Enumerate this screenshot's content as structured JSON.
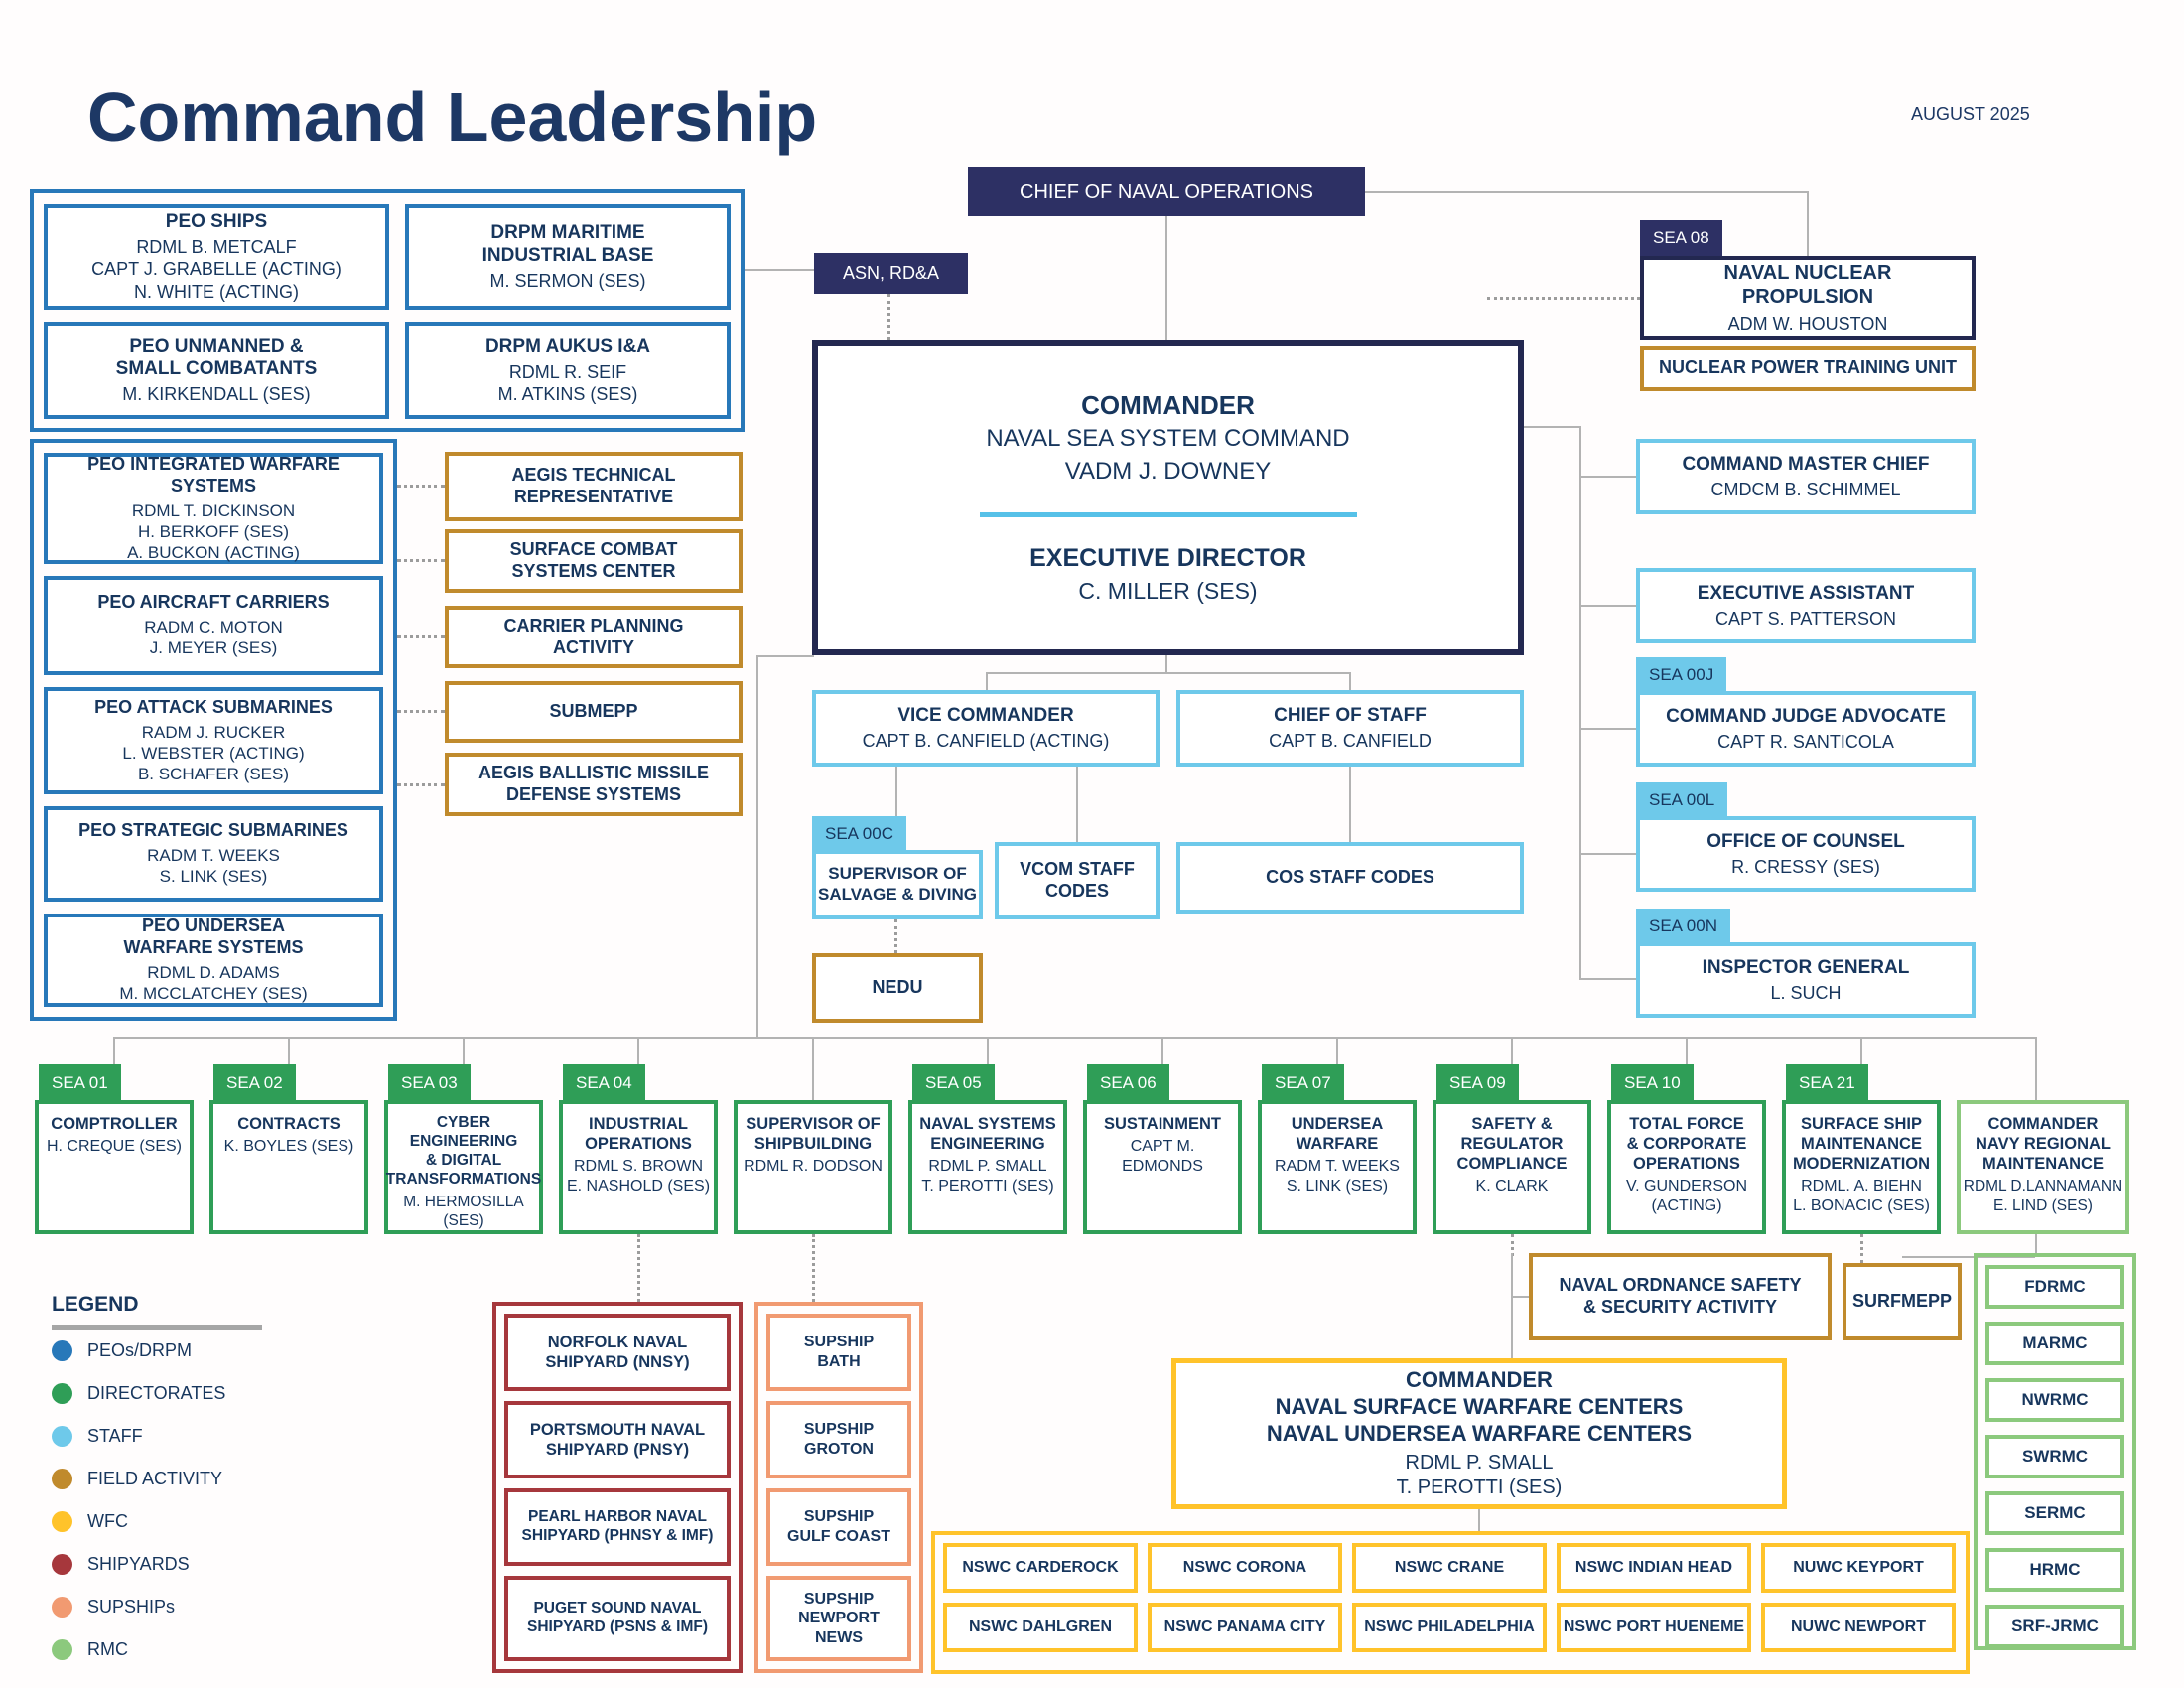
{
  "header": {
    "title": "Command Leadership",
    "date": "AUGUST 2025"
  },
  "cno": {
    "label": "CHIEF OF NAVAL OPERATIONS"
  },
  "asn": {
    "label": "ASN, RD&A"
  },
  "commander": {
    "title": "COMMANDER",
    "subtitle": "NAVAL SEA SYSTEM COMMAND",
    "name": "VADM J. DOWNEY",
    "exec_title": "EXECUTIVE DIRECTOR",
    "exec_name": "C. MILLER (SES)"
  },
  "sea08": {
    "tab": "SEA 08",
    "title": "NAVAL NUCLEAR\nPROPULSION",
    "name": "ADM W. HOUSTON",
    "nptu": "NUCLEAR POWER TRAINING UNIT"
  },
  "peo_main": [
    {
      "title": "PEO SHIPS",
      "names": "RDML B. METCALF\nCAPT J. GRABELLE (ACTING)\nN. WHITE (ACTING)"
    },
    {
      "title": "DRPM MARITIME\nINDUSTRIAL BASE",
      "names": "M. SERMON (SES)"
    },
    {
      "title": "PEO UNMANNED &\nSMALL COMBATANTS",
      "names": "M. KIRKENDALL (SES)"
    },
    {
      "title": "DRPM AUKUS I&A",
      "names": "RDML R. SEIF\nM. ATKINS (SES)"
    }
  ],
  "peo_side": [
    {
      "title": "PEO INTEGRATED WARFARE SYSTEMS",
      "names": "RDML T. DICKINSON\nH. BERKOFF (SES)\nA. BUCKON (ACTING)"
    },
    {
      "title": "PEO AIRCRAFT CARRIERS",
      "names": "RADM C. MOTON\nJ. MEYER (SES)"
    },
    {
      "title": "PEO ATTACK SUBMARINES",
      "names": "RADM J. RUCKER\nL. WEBSTER (ACTING)\nB. SCHAFER (SES)"
    },
    {
      "title": "PEO STRATEGIC SUBMARINES",
      "names": "RADM T. WEEKS\nS. LINK (SES)"
    },
    {
      "title": "PEO UNDERSEA\nWARFARE SYSTEMS",
      "names": "RDML D. ADAMS\nM. MCCLATCHEY (SES)"
    }
  ],
  "field_activities": [
    "AEGIS TECHNICAL\nREPRESENTATIVE",
    "SURFACE COMBAT\nSYSTEMS CENTER",
    "CARRIER PLANNING\nACTIVITY",
    "SUBMEPP",
    "AEGIS BALLISTIC MISSILE\nDEFENSE SYSTEMS"
  ],
  "staff_right": [
    {
      "tab": "",
      "title": "COMMAND MASTER CHIEF",
      "name": "CMDCM B. SCHIMMEL"
    },
    {
      "tab": "",
      "title": "EXECUTIVE ASSISTANT",
      "name": "CAPT S. PATTERSON"
    },
    {
      "tab": "SEA 00J",
      "title": "COMMAND JUDGE ADVOCATE",
      "name": "CAPT R. SANTICOLA"
    },
    {
      "tab": "SEA 00L",
      "title": "OFFICE OF COUNSEL",
      "name": "R. CRESSY (SES)"
    },
    {
      "tab": "SEA 00N",
      "title": "INSPECTOR GENERAL",
      "name": "L. SUCH"
    }
  ],
  "vice_commander": {
    "title": "VICE COMMANDER",
    "name": "CAPT B. CANFIELD (ACTING)"
  },
  "chief_of_staff": {
    "title": "CHIEF OF STAFF",
    "name": "CAPT B. CANFIELD"
  },
  "supsalv": {
    "tab": "SEA 00C",
    "title": "SUPERVISOR OF\nSALVAGE & DIVING"
  },
  "vcom_codes": "VCOM STAFF\nCODES",
  "cos_codes": "COS STAFF CODES",
  "nedu": "NEDU",
  "directorates": [
    {
      "tab": "SEA 01",
      "title": "COMPTROLLER",
      "names": "H. CREQUE (SES)"
    },
    {
      "tab": "SEA 02",
      "title": "CONTRACTS",
      "names": "K. BOYLES (SES)"
    },
    {
      "tab": "SEA 03",
      "title": "CYBER\nENGINEERING\n& DIGITAL\nTRANSFORMATIONS",
      "names": "M. HERMOSILLA (SES)"
    },
    {
      "tab": "SEA 04",
      "title": "INDUSTRIAL\nOPERATIONS",
      "names": "RDML S. BROWN\nE. NASHOLD (SES)"
    },
    {
      "tab": "",
      "title": "SUPERVISOR OF\nSHIPBUILDING",
      "names": "RDML R. DODSON"
    },
    {
      "tab": "SEA 05",
      "title": "NAVAL SYSTEMS\nENGINEERING",
      "names": "RDML P. SMALL\nT. PEROTTI (SES)"
    },
    {
      "tab": "SEA 06",
      "title": "SUSTAINMENT",
      "names": "CAPT M.\nEDMONDS"
    },
    {
      "tab": "SEA 07",
      "title": "UNDERSEA\nWARFARE",
      "names": "RADM T. WEEKS\nS. LINK (SES)"
    },
    {
      "tab": "SEA 09",
      "title": "SAFETY &\nREGULATOR\nCOMPLIANCE",
      "names": "K. CLARK"
    },
    {
      "tab": "SEA 10",
      "title": "TOTAL FORCE\n& CORPORATE\nOPERATIONS",
      "names": "V. GUNDERSON\n(ACTING)"
    },
    {
      "tab": "SEA 21",
      "title": "SURFACE SHIP\nMAINTENANCE\nMODERNIZATION",
      "names": "RDML. A. BIEHN\nL. BONACIC (SES)"
    }
  ],
  "cnrm": {
    "title": "COMMANDER\nNAVY REGIONAL\nMAINTENANCE",
    "names": "RDML D.LANNAMANN\nE. LIND (SES)"
  },
  "shipyards": [
    "NORFOLK NAVAL\nSHIPYARD (NNSY)",
    "PORTSMOUTH NAVAL\nSHIPYARD (PNSY)",
    "PEARL HARBOR NAVAL\nSHIPYARD (PHNSY & IMF)",
    "PUGET SOUND NAVAL\nSHIPYARD (PSNS & IMF)"
  ],
  "supships": [
    "SUPSHIP\nBATH",
    "SUPSHIP\nGROTON",
    "SUPSHIP\nGULF COAST",
    "SUPSHIP\nNEWPORT\nNEWS"
  ],
  "nossa": "NAVAL ORDNANCE SAFETY\n& SECURITY ACTIVITY",
  "surfmepp": "SURFMEPP",
  "warfare_centers": {
    "l1": "COMMANDER",
    "l2": "NAVAL SURFACE WARFARE CENTERS",
    "l3": "NAVAL UNDERSEA WARFARE CENTERS",
    "names": "RDML P. SMALL\nT. PEROTTI (SES)"
  },
  "wfc_row1": [
    "NSWC CARDEROCK",
    "NSWC CORONA",
    "NSWC CRANE",
    "NSWC INDIAN HEAD",
    "NUWC KEYPORT"
  ],
  "wfc_row2": [
    "NSWC DAHLGREN",
    "NSWC PANAMA CITY",
    "NSWC PHILADELPHIA",
    "NSWC PORT HUENEME",
    "NUWC NEWPORT"
  ],
  "rmcs": [
    "FDRMC",
    "MARMC",
    "NWRMC",
    "SWRMC",
    "SERMC",
    "HRMC",
    "SRF-JRMC"
  ],
  "legend": {
    "title": "LEGEND",
    "items": [
      {
        "label": "PEOs/DRPM",
        "color": "#2878b9"
      },
      {
        "label": "DIRECTORATES",
        "color": "#2f9e57"
      },
      {
        "label": "STAFF",
        "color": "#6ec9ea"
      },
      {
        "label": "FIELD ACTIVITY",
        "color": "#c08a2c"
      },
      {
        "label": "WFC",
        "color": "#ffc32a"
      },
      {
        "label": "SHIPYARDS",
        "color": "#a6373c"
      },
      {
        "label": "SUPSHIPs",
        "color": "#f19a71"
      },
      {
        "label": "RMC",
        "color": "#8cc97d"
      }
    ]
  }
}
